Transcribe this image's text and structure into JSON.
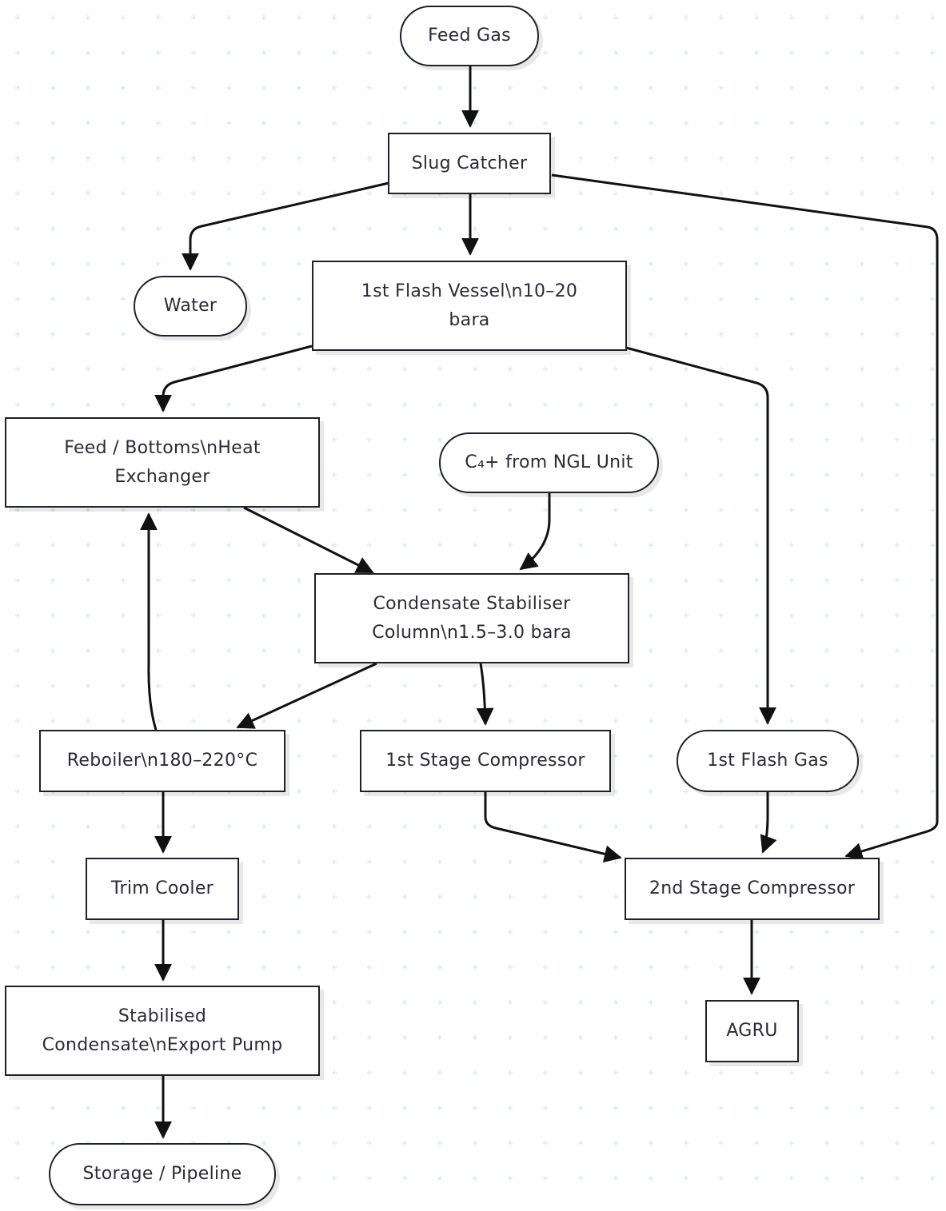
{
  "diagram": {
    "colors": {
      "node_border": "#1f1f2e",
      "node_fill": "#ffffff",
      "edge": "#111111",
      "background_dots": "#d6eef0"
    },
    "nodes": {
      "feed_gas": "Feed Gas",
      "slug_catcher": "Slug Catcher",
      "water": "Water",
      "flash_vessel": "1st Flash Vessel\\n10–20 bara",
      "feed_bottoms_hx": "Feed / Bottoms\\nHeat Exchanger",
      "c4_from_ngl": "C₄+ from NGL Unit",
      "stabiliser_column": "Condensate Stabiliser Column\\n1.5–3.0 bara",
      "reboiler": "Reboiler\\n180–220°C",
      "first_stage_compressor": "1st Stage Compressor",
      "first_flash_gas": "1st Flash Gas",
      "trim_cooler": "Trim Cooler",
      "second_stage_compressor": "2nd Stage Compressor",
      "export_pump": "Stabilised Condensate\\nExport Pump",
      "agru": "AGRU",
      "storage_pipeline": "Storage / Pipeline"
    },
    "edges": [
      {
        "from": "feed_gas",
        "to": "slug_catcher"
      },
      {
        "from": "slug_catcher",
        "to": "water"
      },
      {
        "from": "slug_catcher",
        "to": "flash_vessel"
      },
      {
        "from": "slug_catcher",
        "to": "second_stage_compressor"
      },
      {
        "from": "flash_vessel",
        "to": "feed_bottoms_hx"
      },
      {
        "from": "flash_vessel",
        "to": "first_flash_gas"
      },
      {
        "from": "feed_bottoms_hx",
        "to": "stabiliser_column"
      },
      {
        "from": "c4_from_ngl",
        "to": "stabiliser_column"
      },
      {
        "from": "stabiliser_column",
        "to": "reboiler"
      },
      {
        "from": "stabiliser_column",
        "to": "first_stage_compressor"
      },
      {
        "from": "reboiler",
        "to": "feed_bottoms_hx"
      },
      {
        "from": "reboiler",
        "to": "trim_cooler"
      },
      {
        "from": "first_stage_compressor",
        "to": "second_stage_compressor"
      },
      {
        "from": "first_flash_gas",
        "to": "second_stage_compressor"
      },
      {
        "from": "trim_cooler",
        "to": "export_pump"
      },
      {
        "from": "second_stage_compressor",
        "to": "agru"
      },
      {
        "from": "export_pump",
        "to": "storage_pipeline"
      }
    ]
  }
}
